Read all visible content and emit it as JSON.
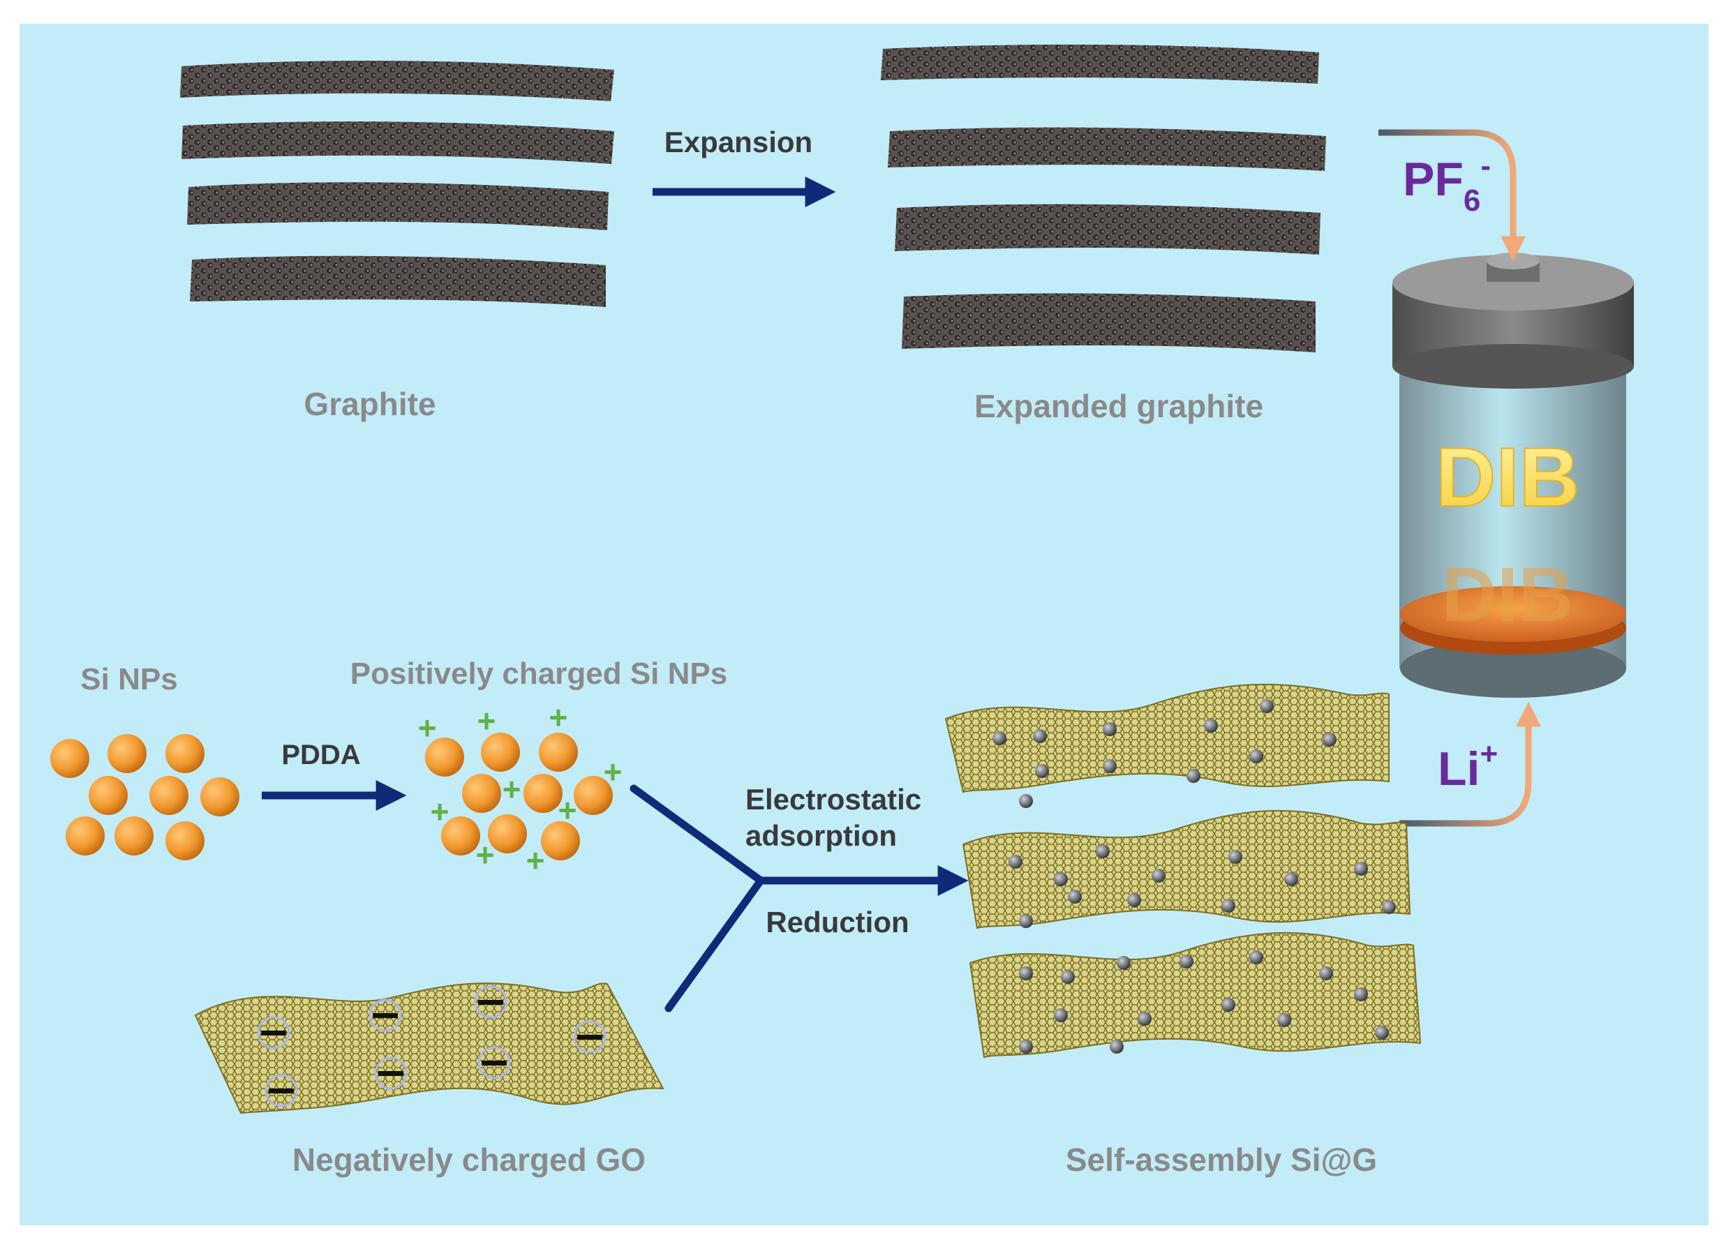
{
  "labels": {
    "graphite": "Graphite",
    "expanded_graphite": "Expanded graphite",
    "expansion": "Expansion",
    "si_nps": "Si NPs",
    "positively_charged": "Positively charged Si NPs",
    "pdda": "PDDA",
    "negatively_charged_go": "Negatively charged GO",
    "electrostatic_line1": "Electrostatic",
    "electrostatic_line2": "adsorption",
    "reduction": "Reduction",
    "self_assembly": "Self-assembly Si@G",
    "battery": "DIB",
    "anion": "PF",
    "anion_subscript": "6",
    "anion_charge": "-",
    "cation": "Li",
    "cation_charge": "+"
  },
  "colors": {
    "background": "#c2ecf8",
    "arrow": "#0f2a78",
    "particle": "#f29a30",
    "sheet_dark": "#3d3735",
    "go_sheet": "#8a7d28",
    "plus_sign": "#62b04a",
    "ion_text": "#6a2a9a",
    "ion_arrow": "#f2a878"
  }
}
